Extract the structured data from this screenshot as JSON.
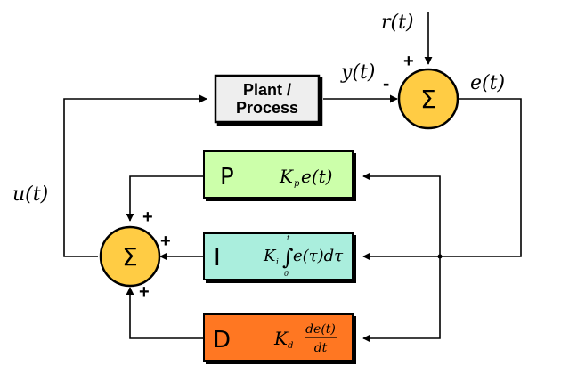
{
  "signals": {
    "reference": "r(t)",
    "output": "y(t)",
    "error": "e(t)",
    "control": "u(t)"
  },
  "plant": {
    "label_line1": "Plant /",
    "label_line2": "Process"
  },
  "sum_symbol": "Σ",
  "signs": {
    "top_reference": "+",
    "top_output": "-",
    "bottom_p": "+",
    "bottom_i": "+",
    "bottom_d": "+"
  },
  "blocks": {
    "p": {
      "letter": "P",
      "gain": "K",
      "gain_sub": "p",
      "term": "e(t)",
      "color": "#ccffaa"
    },
    "i": {
      "letter": "I",
      "gain": "K",
      "gain_sub": "i",
      "integral": "∫",
      "upper": "t",
      "lower": "0",
      "term": "e(τ)dτ",
      "color": "#aaeedd"
    },
    "d": {
      "letter": "D",
      "gain": "K",
      "gain_sub": "d",
      "numerator": "de(t)",
      "denominator": "dt",
      "color": "#ff7722"
    }
  },
  "colors": {
    "summer": "#ffcc44",
    "plant": "#eeeeee",
    "wire": "#000000"
  }
}
